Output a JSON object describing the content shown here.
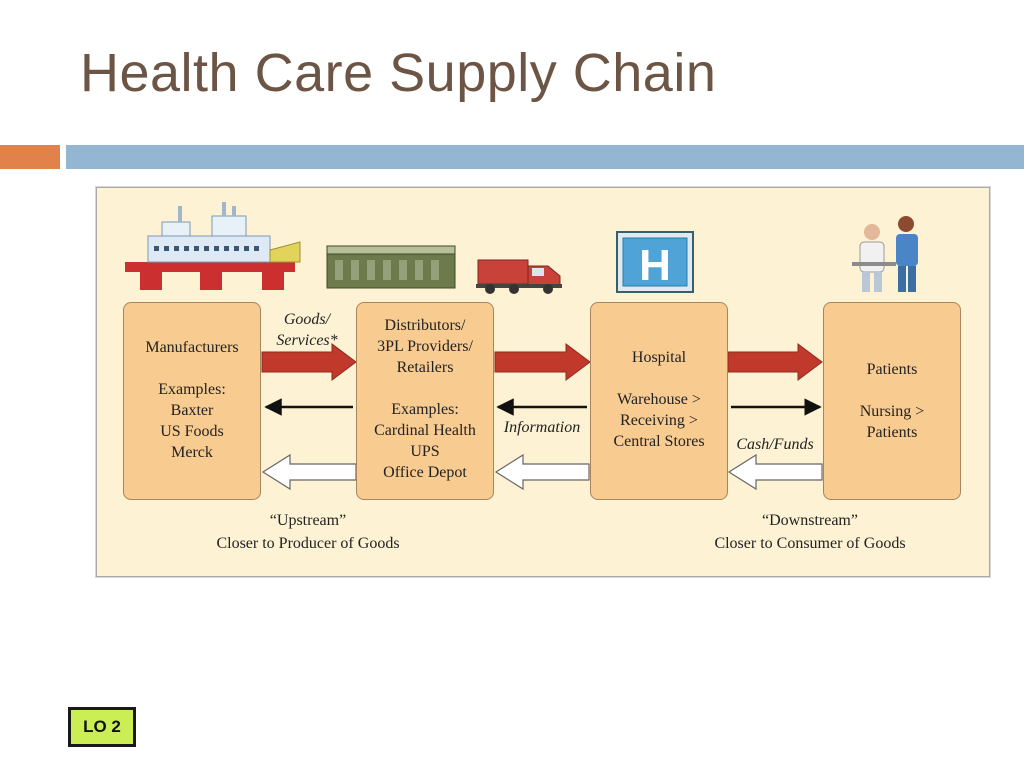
{
  "title": "Health Care Supply Chain",
  "nodes": {
    "manufacturers": {
      "lines": [
        "Manufacturers",
        "",
        "Examples:",
        "Baxter",
        "US Foods",
        "Merck"
      ]
    },
    "distributors": {
      "lines": [
        "Distributors/",
        "3PL Providers/",
        "Retailers",
        "",
        "Examples:",
        "Cardinal Health",
        "UPS",
        "Office Depot"
      ]
    },
    "hospital": {
      "lines": [
        "Hospital",
        "",
        "Warehouse >",
        "Receiving >",
        "Central Stores"
      ]
    },
    "patients": {
      "lines": [
        "Patients",
        "",
        "Nursing >",
        "Patients"
      ]
    }
  },
  "flows": {
    "goods_line1": "Goods/",
    "goods_line2": "Services*",
    "information": "Information",
    "cash": "Cash/Funds"
  },
  "captions": {
    "upstream_line1": "“Upstream”",
    "upstream_line2": "Closer to Producer of Goods",
    "downstream_line1": "“Downstream”",
    "downstream_line2": "Closer to Consumer of Goods"
  },
  "icons": {
    "factory": "factory-icon",
    "warehouse": "warehouse-icon",
    "truck": "truck-icon",
    "hospital": "hospital-sign-icon",
    "patients": "nurse-patient-icon"
  },
  "badge": "LO 2",
  "colors": {
    "title": "#6d5545",
    "accent_orange": "#e0824a",
    "accent_blue": "#93b6d3",
    "node_fill": "#f8cb91",
    "goods_arrow": "#c0392b",
    "panel_bg": "#fdf2d4",
    "badge": "#ccee55"
  }
}
